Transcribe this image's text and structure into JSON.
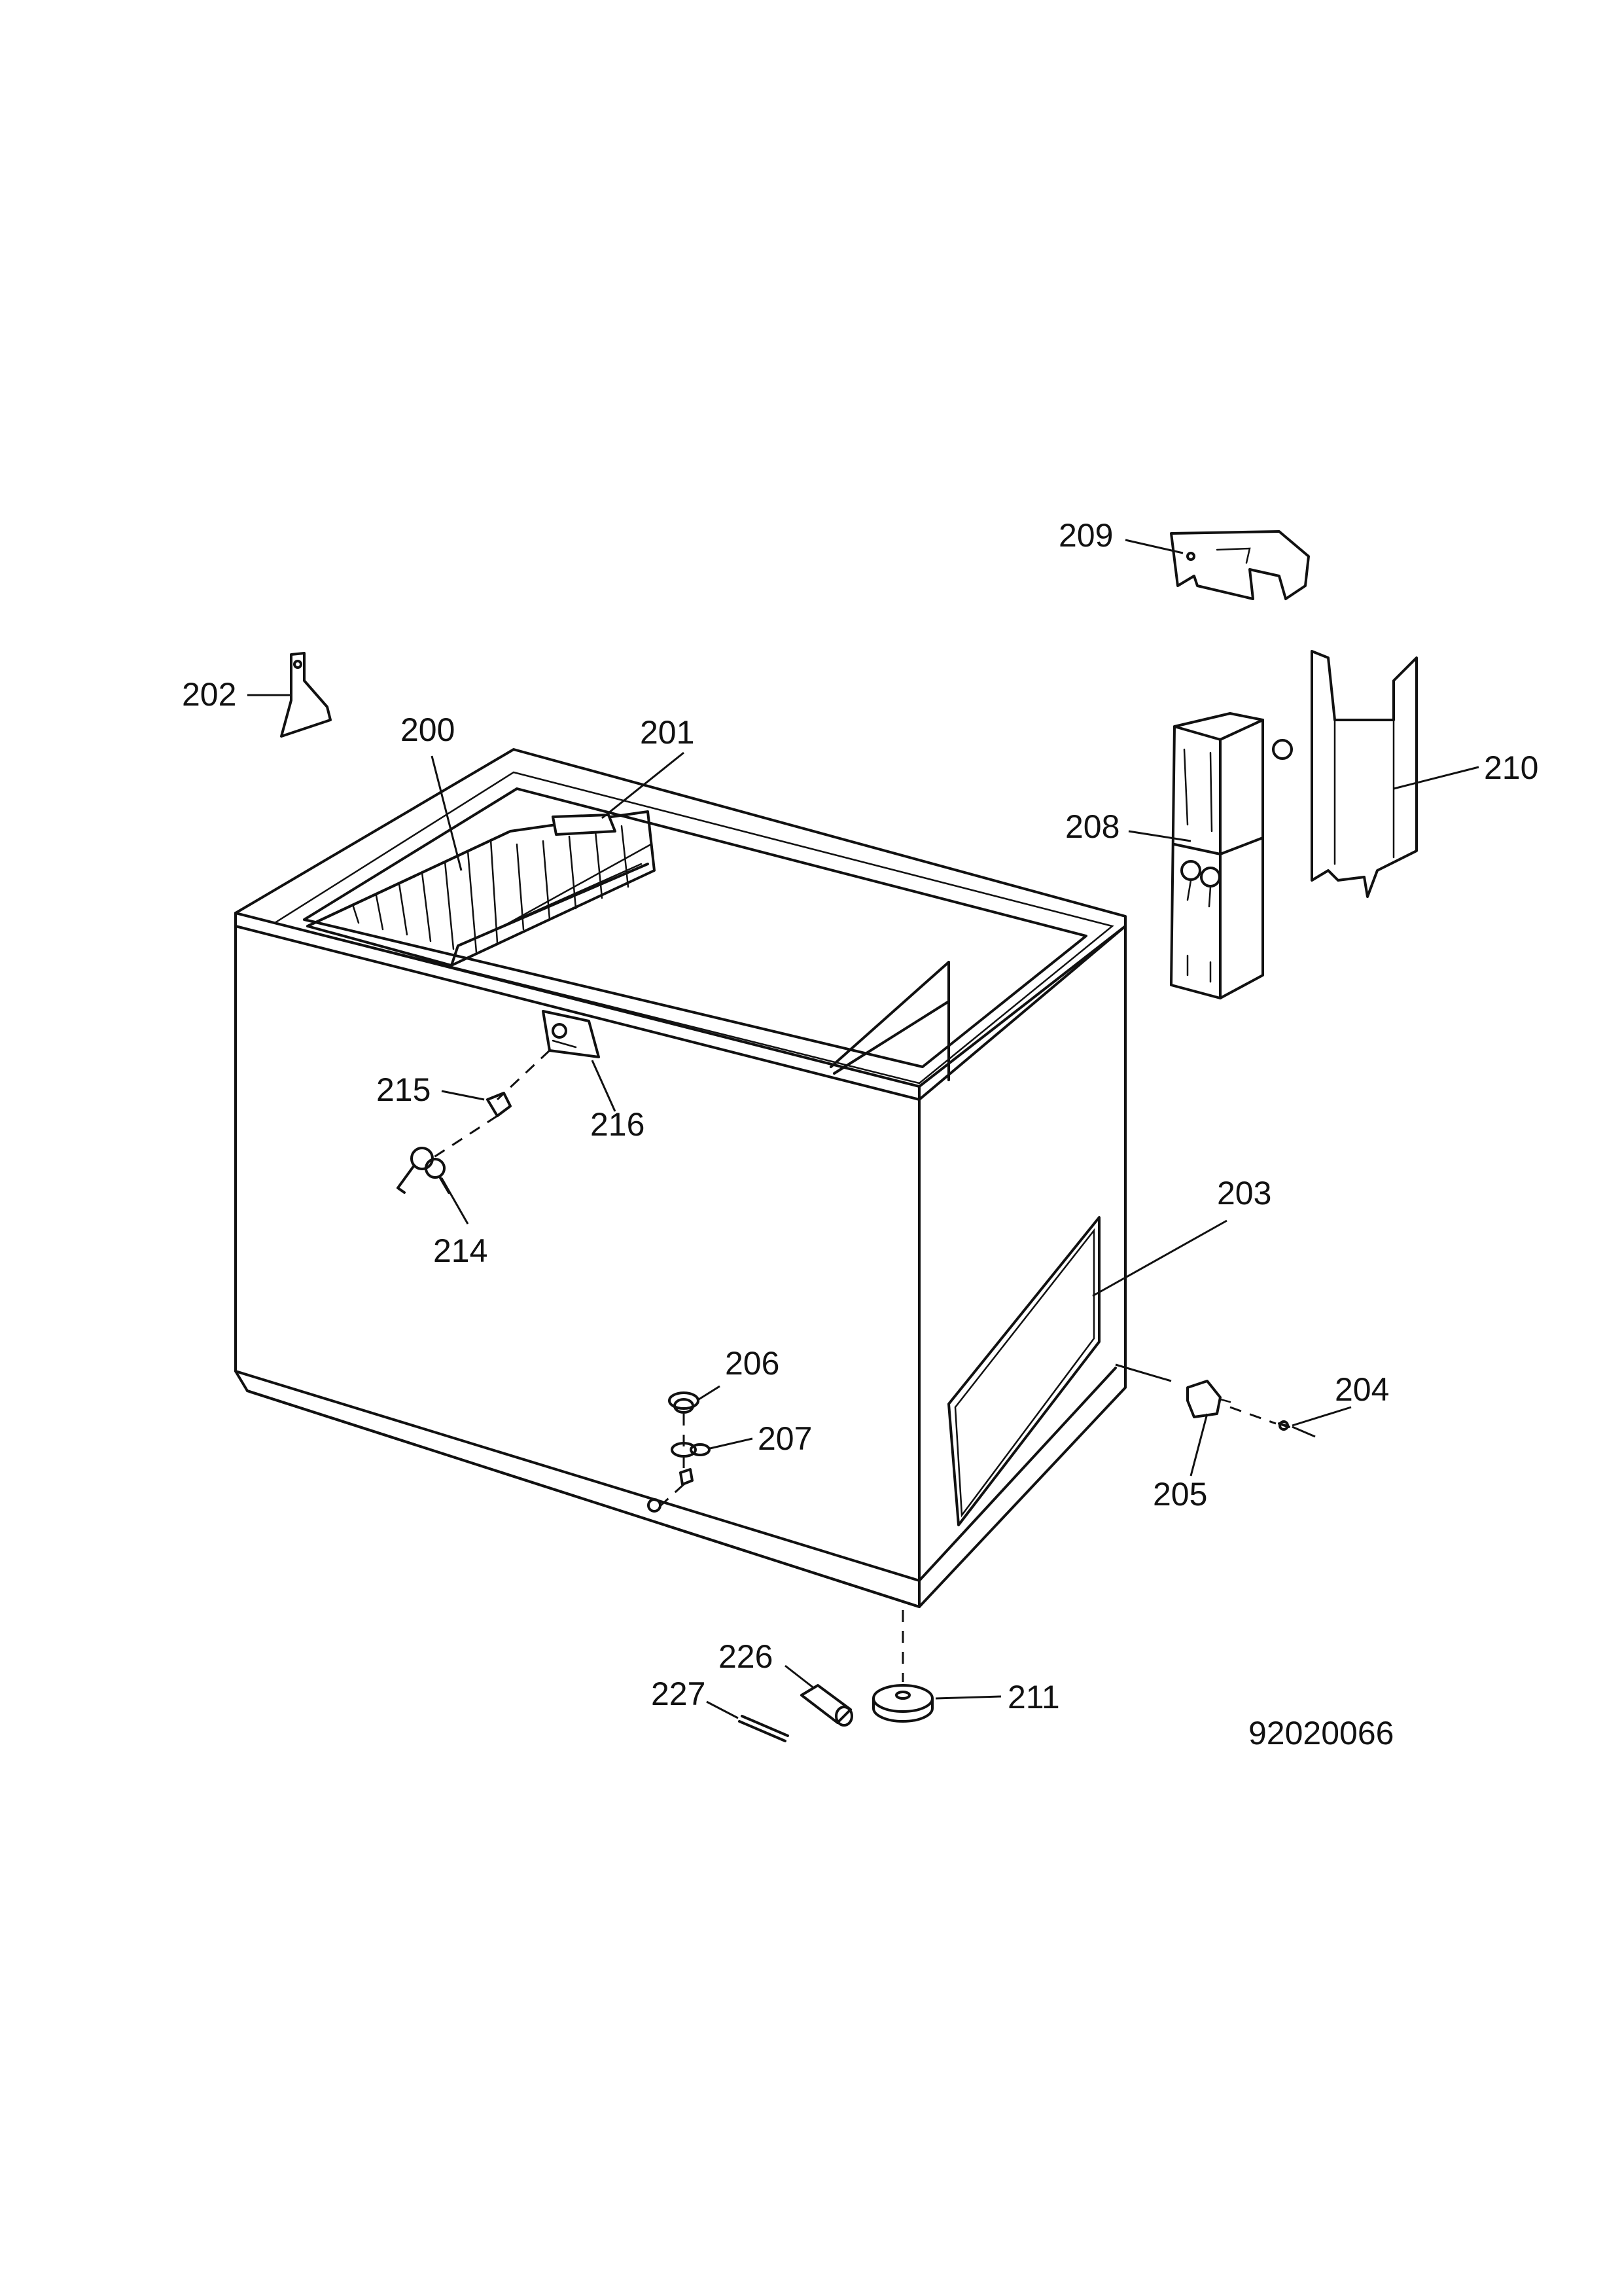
{
  "labels": {
    "p200": "200",
    "p201": "201",
    "p202": "202",
    "p203": "203",
    "p204": "204",
    "p205": "205",
    "p206": "206",
    "p207": "207",
    "p208": "208",
    "p209": "209",
    "p210": "210",
    "p211": "211",
    "p214": "214",
    "p215": "215",
    "p216": "216",
    "p226": "226",
    "p227": "227"
  },
  "drawing_number": "92020066",
  "colors": {
    "ink": "#111111",
    "paper": "#ffffff"
  }
}
